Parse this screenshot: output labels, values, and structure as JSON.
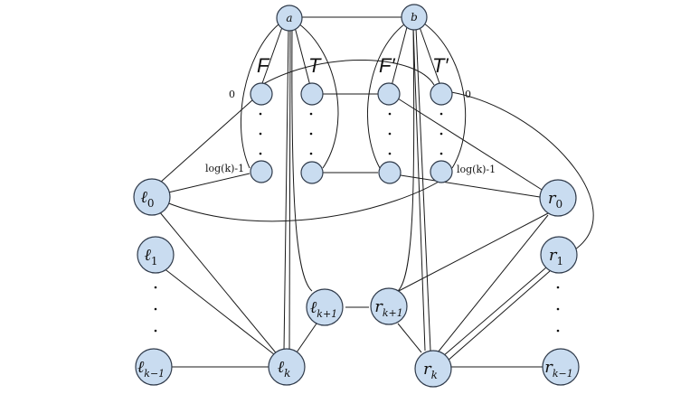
{
  "nodes": {
    "a": {
      "main": "a",
      "sub": ""
    },
    "b": {
      "main": "b",
      "sub": ""
    },
    "l0": {
      "main": "ℓ",
      "sub": "0"
    },
    "l1": {
      "main": "ℓ",
      "sub": "1"
    },
    "lkm1": {
      "main": "ℓ",
      "sub": "k−1"
    },
    "lk": {
      "main": "ℓ",
      "sub": "k"
    },
    "lkp1": {
      "main": "ℓ",
      "sub": "k+1"
    },
    "rkp1": {
      "main": "r",
      "sub": "k+1"
    },
    "rk": {
      "main": "r",
      "sub": "k"
    },
    "rkm1": {
      "main": "r",
      "sub": "k−1"
    },
    "r0": {
      "main": "r",
      "sub": "0"
    },
    "r1": {
      "main": "r",
      "sub": "1"
    }
  },
  "group_labels": {
    "F": "F",
    "T": "T",
    "Fp": "F′",
    "Tp": "T′"
  },
  "index_labels": {
    "zero_left": "0",
    "zero_right": "0",
    "log_left": "log(k)-1",
    "log_right": "log(k)-1"
  }
}
